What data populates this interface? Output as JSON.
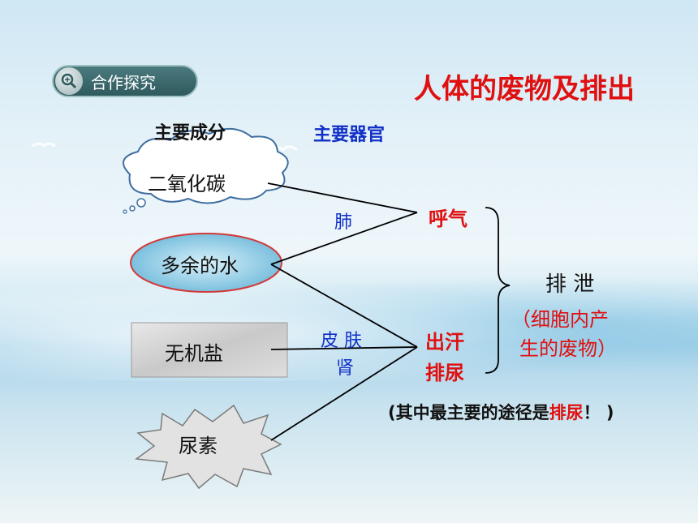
{
  "badge": {
    "label": "合作探究",
    "icon": "magnifier-icon"
  },
  "title": "人体的废物及排出",
  "headers": {
    "component": "主要成分",
    "organ": "主要器官"
  },
  "components": [
    {
      "label": "二氧化碳",
      "shape": "cloud"
    },
    {
      "label": "多余的水",
      "shape": "ellipse"
    },
    {
      "label": "无机盐",
      "shape": "rectangle"
    },
    {
      "label": "尿素",
      "shape": "starburst"
    }
  ],
  "organs": {
    "lung": "肺",
    "skin": "皮 肤",
    "kidney": "肾"
  },
  "processes": {
    "breath": "呼气",
    "sweat": "出汗",
    "urine": "排尿"
  },
  "excretion": {
    "label": "排 泄",
    "note_line1": "（细胞内产",
    "note_line2": "生的废物）"
  },
  "bottom_note": {
    "prefix": "(其中最主要的途径是",
    "highlight": "排尿",
    "suffix": "！ )"
  },
  "colors": {
    "title": "#e01010",
    "organ": "#1030c8",
    "process": "#e01010",
    "line": "#000000"
  }
}
